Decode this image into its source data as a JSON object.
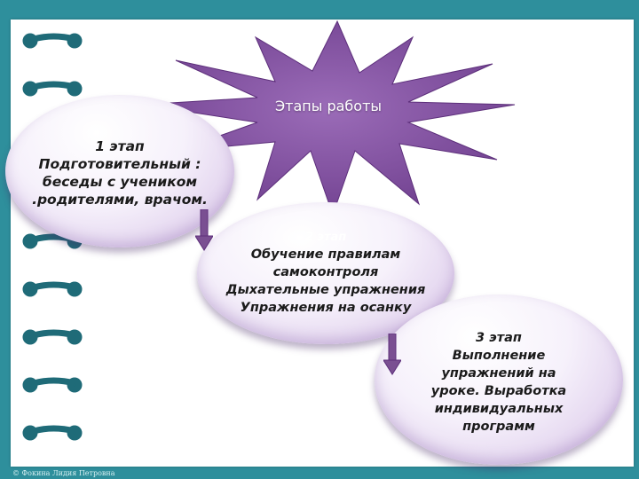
{
  "diagram": {
    "title": "Этапы работы",
    "stages": [
      {
        "lines": [
          "1 этап",
          "Подготовительный :",
          "беседы с учеником",
          ".родителями, врачом."
        ]
      },
      {
        "overlay": "2 этап",
        "lines": [
          "Обучение правилам",
          "самоконтроля",
          "Дыхательные упражнения",
          "Упражнения на осанку"
        ]
      },
      {
        "lines": [
          "3 этап",
          "Выполнение",
          "упражнений на",
          "уроке. Выработка",
          "индивидуальных",
          "программ"
        ]
      }
    ]
  },
  "footer": {
    "text": "© Фокина Лидия Петровна"
  },
  "colors": {
    "background": "#2e8f9c",
    "star": "#8a5aa6",
    "ring": "#1f6b78",
    "arrow": "#7a4f92"
  }
}
